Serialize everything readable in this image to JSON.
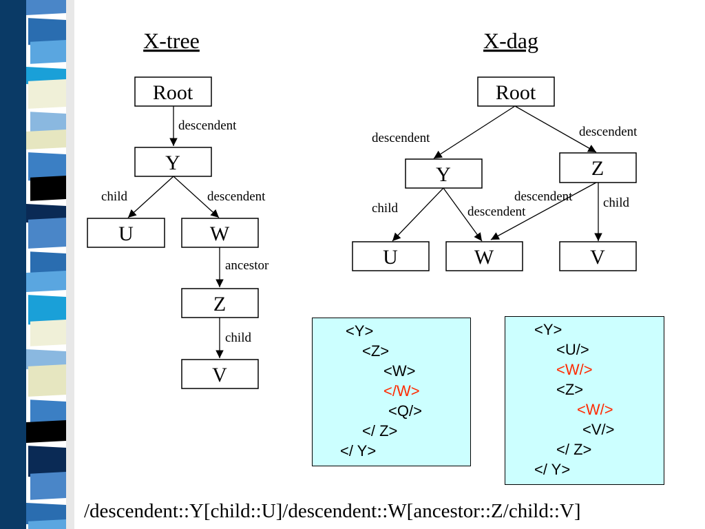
{
  "titles": {
    "left": "X-tree",
    "right": "X-dag"
  },
  "xtree": {
    "nodes": {
      "root": "Root",
      "y": "Y",
      "u": "U",
      "w": "W",
      "z": "Z",
      "v": "V"
    },
    "edges": {
      "root_y": "descendent",
      "y_u": "child",
      "y_w": "descendent",
      "w_z": "ancestor",
      "z_v": "child"
    }
  },
  "xdag": {
    "nodes": {
      "root": "Root",
      "y": "Y",
      "z": "Z",
      "u": "U",
      "w": "W",
      "v": "V"
    },
    "edges": {
      "root_y": "descendent",
      "root_z": "descendent",
      "y_u": "child",
      "y_w": "descendent",
      "z_w": "descendent",
      "z_v": "child"
    }
  },
  "xml_left": [
    "<Y>",
    "<Z>",
    "<W>",
    "</W>",
    "<Q/>",
    "</ Z>",
    "</ Y>"
  ],
  "xml_right": [
    "<Y>",
    "<U/>",
    "<W/>",
    "<Z>",
    "<W/>",
    "<V/>",
    "</ Z>",
    "</ Y>"
  ],
  "colors": {
    "highlight": "#ff2a00",
    "xml_box": "#ccffff"
  },
  "xpath": "/descendent::Y[child::U]/descendent::W[ancestor::Z/child::V]"
}
